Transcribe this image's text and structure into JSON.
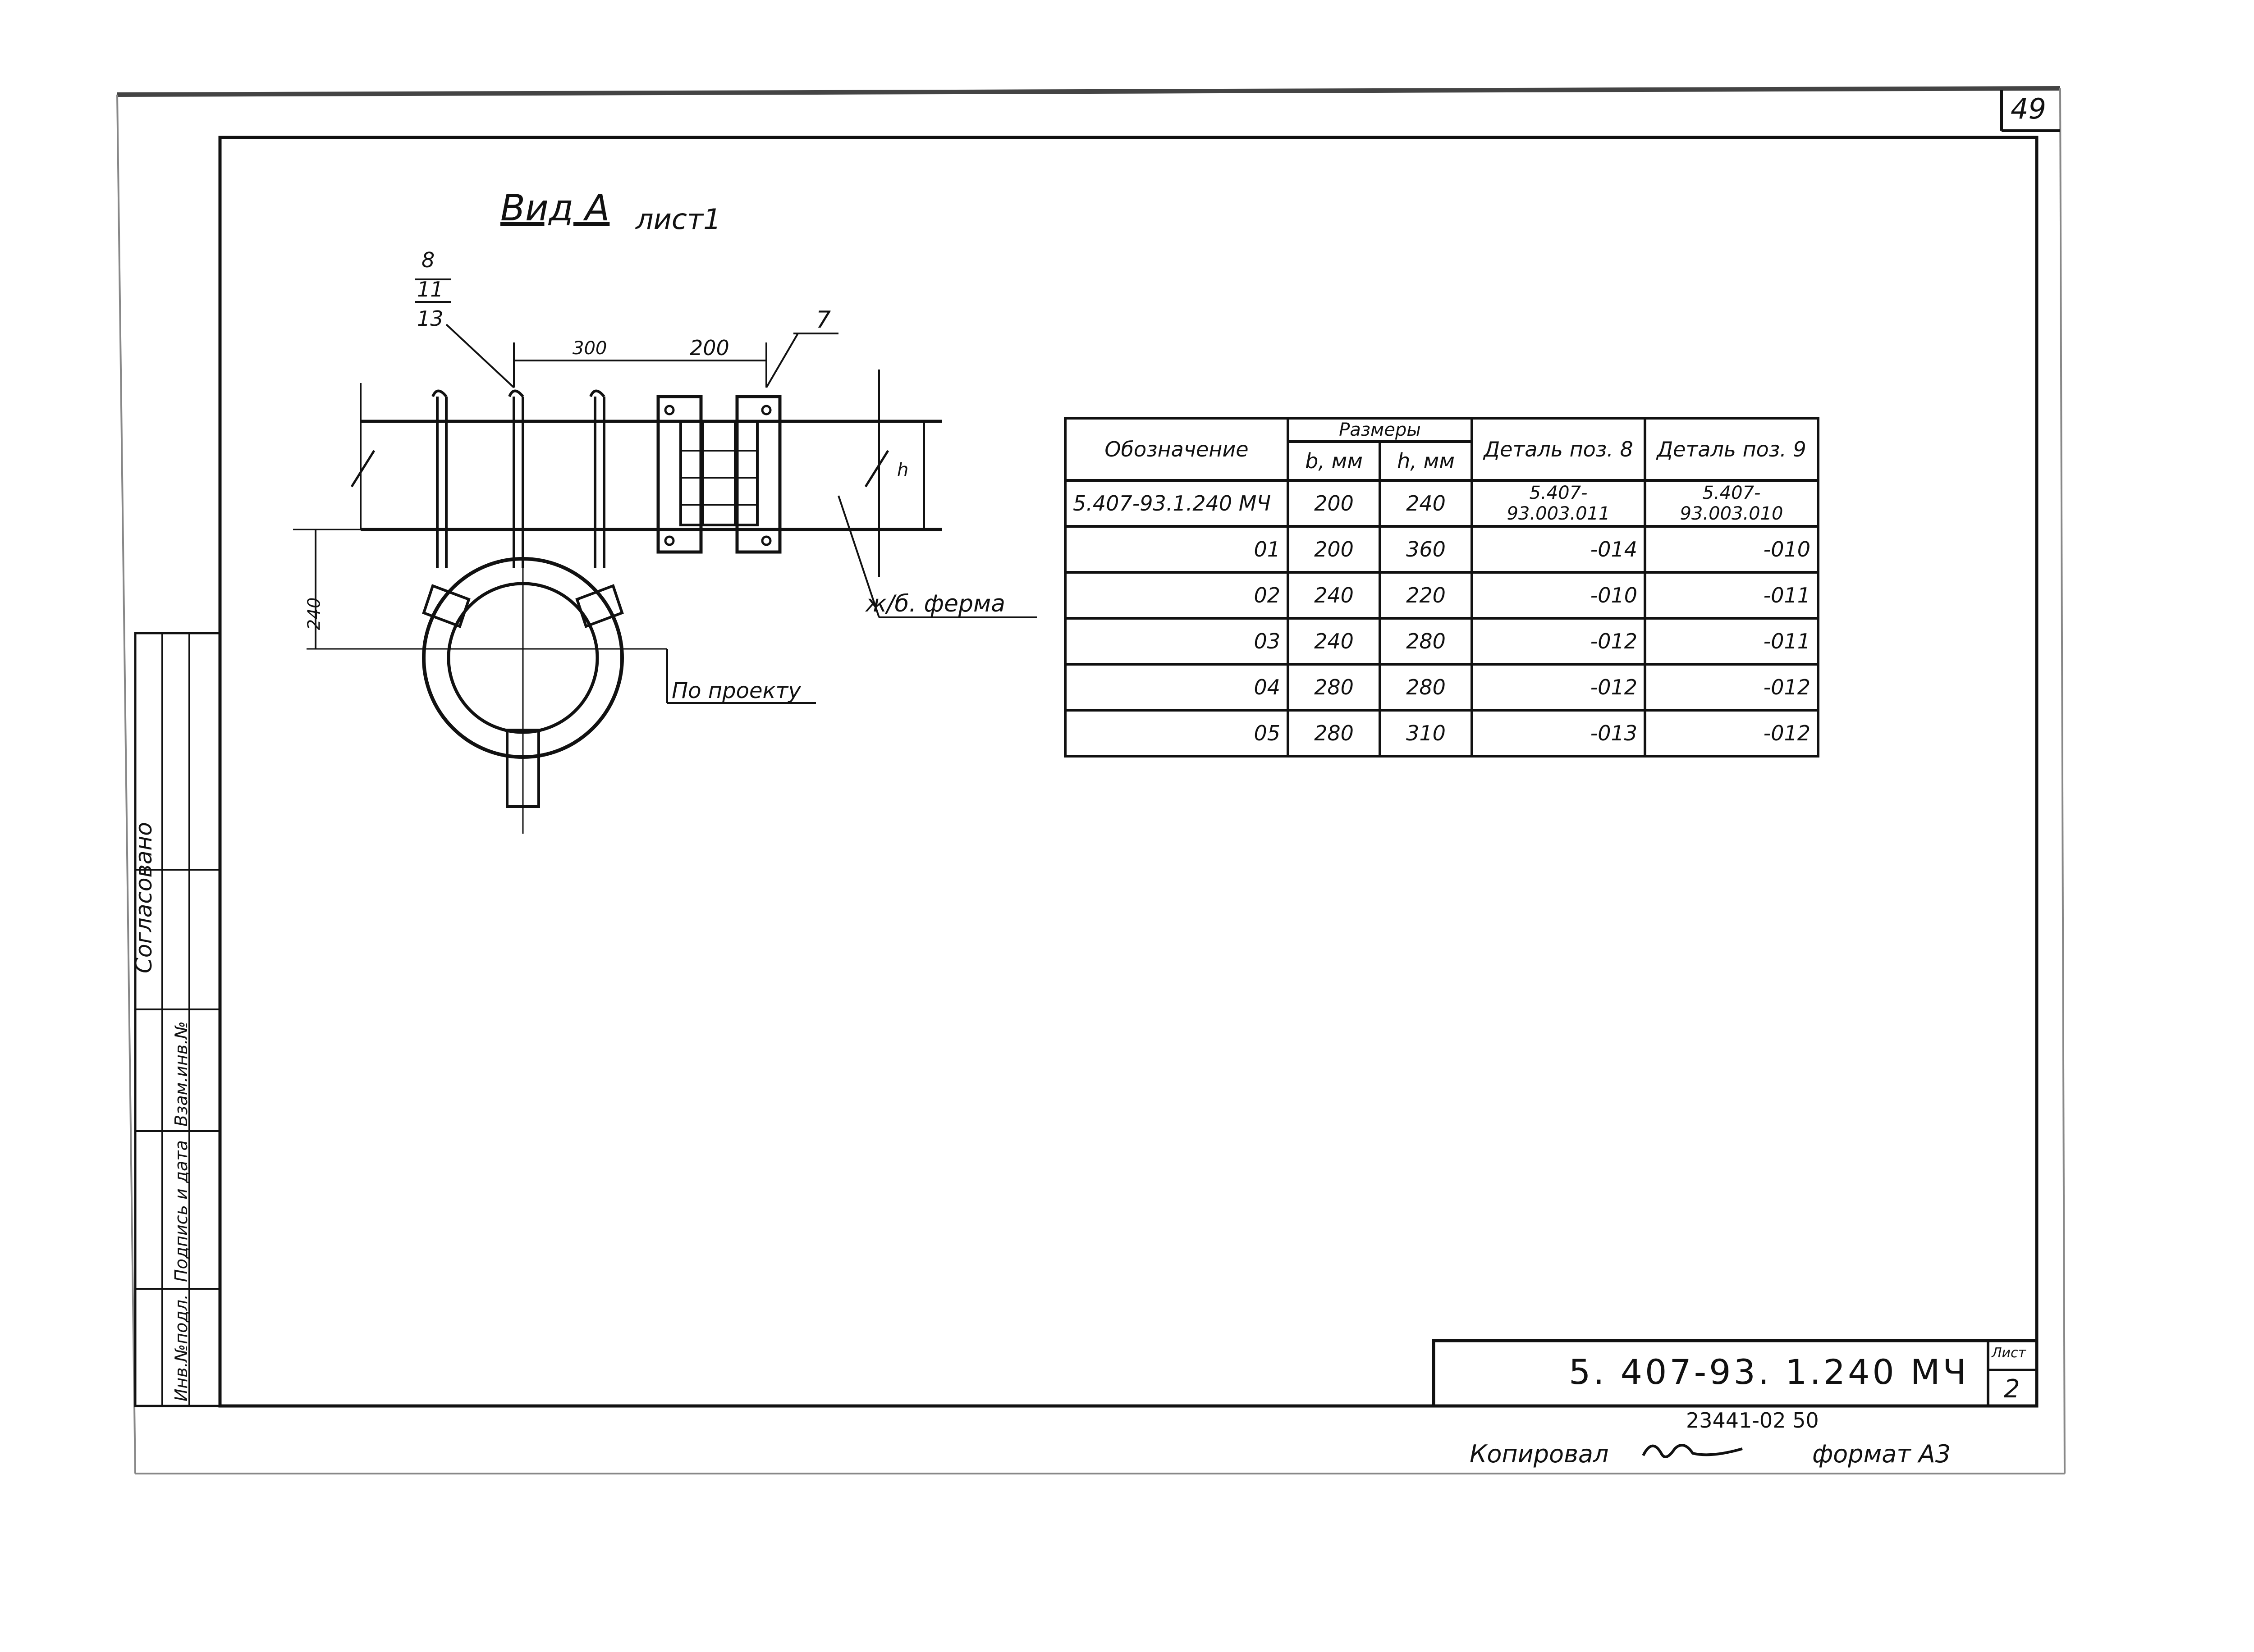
{
  "sheet_number": "49",
  "view_title": "Вид А",
  "view_subtitle": "лист1",
  "callouts": {
    "pos_8": "8",
    "pos_11": "11",
    "pos_13": "13",
    "pos_7": "7"
  },
  "dimensions": {
    "d300": "300",
    "d200": "200",
    "d240": "240",
    "h": "h"
  },
  "labels": {
    "truss": "ж/б. ферма",
    "project": "По проекту"
  },
  "table": {
    "header_designation": "Обозначение",
    "header_sizes": "Размеры",
    "header_b": "b, мм",
    "header_h": "h, мм",
    "header_pos8": "Деталь поз. 8",
    "header_pos9": "Деталь поз. 9",
    "rows": [
      {
        "designation": "5.407-93.1.240 МЧ",
        "b": "200",
        "h": "240",
        "pos8": "5.407-93.003.011",
        "pos9": "5.407-93.003.010"
      },
      {
        "designation": "01",
        "b": "200",
        "h": "360",
        "pos8": "-014",
        "pos9": "-010"
      },
      {
        "designation": "02",
        "b": "240",
        "h": "220",
        "pos8": "-010",
        "pos9": "-011"
      },
      {
        "designation": "03",
        "b": "240",
        "h": "280",
        "pos8": "-012",
        "pos9": "-011"
      },
      {
        "designation": "04",
        "b": "280",
        "h": "280",
        "pos8": "-012",
        "pos9": "-012"
      },
      {
        "designation": "05",
        "b": "280",
        "h": "310",
        "pos8": "-013",
        "pos9": "-012"
      }
    ]
  },
  "side_stamp": {
    "agreed": "Согласовано",
    "inv_orig": "Инв.№подл.",
    "sign_date": "Подпись и дата",
    "replaced_inv": "Взам.инв.№"
  },
  "title_block": {
    "code": "5. 407-93. 1.240 МЧ",
    "sheet_label": "Лист",
    "sheet_value": "2"
  },
  "footer": {
    "order_number": "23441-02  50",
    "copied": "Копировал",
    "format": "формат А3"
  }
}
